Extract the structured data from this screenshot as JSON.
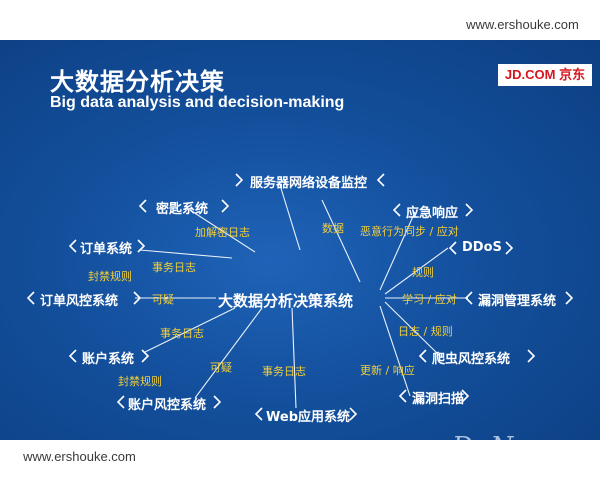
{
  "watermark": {
    "top": "www.ershouke.com",
    "bottom": "www.ershouke.com"
  },
  "header": {
    "title_cn": "大数据分析决策",
    "title_en": "Big data analysis and decision-making",
    "brand": "JD.COM 京东"
  },
  "center": "大数据分析决策系统",
  "nodes": {
    "server_monitor": "服务器网络设备监控",
    "password_system": "密匙系统",
    "order_system": "订单系统",
    "order_risk": "订单风控系统",
    "account_system": "账户系统",
    "account_risk": "账户风控系统",
    "web_system": "Web应用系统",
    "emergency": "应急响应",
    "ddos": "DDoS",
    "vuln_mgmt": "漏洞管理系统",
    "crawler_risk": "爬虫风控系统",
    "vuln_scan": "漏洞扫描"
  },
  "edge_labels": {
    "encrypt_log": "加解密日志",
    "data": "数据",
    "malicious": "恶意行为同步 / 应对",
    "rules1": "封禁规则",
    "biz_log1": "事务日志",
    "suspicious1": "可疑",
    "rules2": "规则",
    "learn": "学习 / 应对",
    "biz_log2": "事务日志",
    "log_rules": "日志 / 规则",
    "rules3": "封禁规则",
    "suspicious2": "可疑",
    "biz_log3": "事务日志",
    "update": "更新 / 响应"
  },
  "watermark_brand": "DoNews",
  "colors": {
    "background": "#134f9c",
    "label": "#f3cf3b",
    "text": "#ffffff",
    "brand": "#d7151d"
  }
}
